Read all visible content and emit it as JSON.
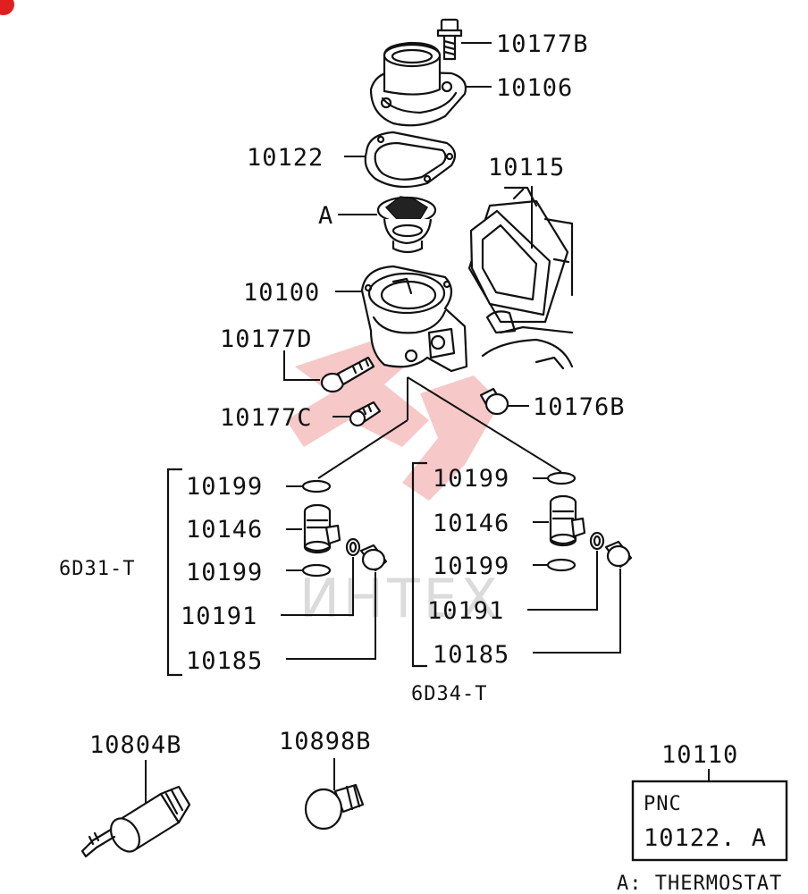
{
  "callouts": {
    "c10177B": "10177B",
    "c10106": "10106",
    "c10122": "10122",
    "c10115": "10115",
    "cA": "A",
    "c10100": "10100",
    "c10177D": "10177D",
    "c10177C": "10177C",
    "c10176B": "10176B",
    "left_10199_top": "10199",
    "left_10146": "10146",
    "left_10199_bot": "10199",
    "left_10191": "10191",
    "left_10185": "10185",
    "right_10199_top": "10199",
    "right_10146": "10146",
    "right_10199_bot": "10199",
    "right_10191": "10191",
    "right_10185": "10185",
    "c10804B": "10804B",
    "c10898B": "10898B",
    "c10110": "10110"
  },
  "groups": {
    "left_model": "6D31-T",
    "right_model": "6D34-T"
  },
  "pnc_box": {
    "header": "PNC",
    "value": "10122. A"
  },
  "legend": "A: THERMOSTAT",
  "watermark": "ИНТЕХ",
  "colors": {
    "ink": "#111111",
    "watermark": "#e03a3a"
  }
}
